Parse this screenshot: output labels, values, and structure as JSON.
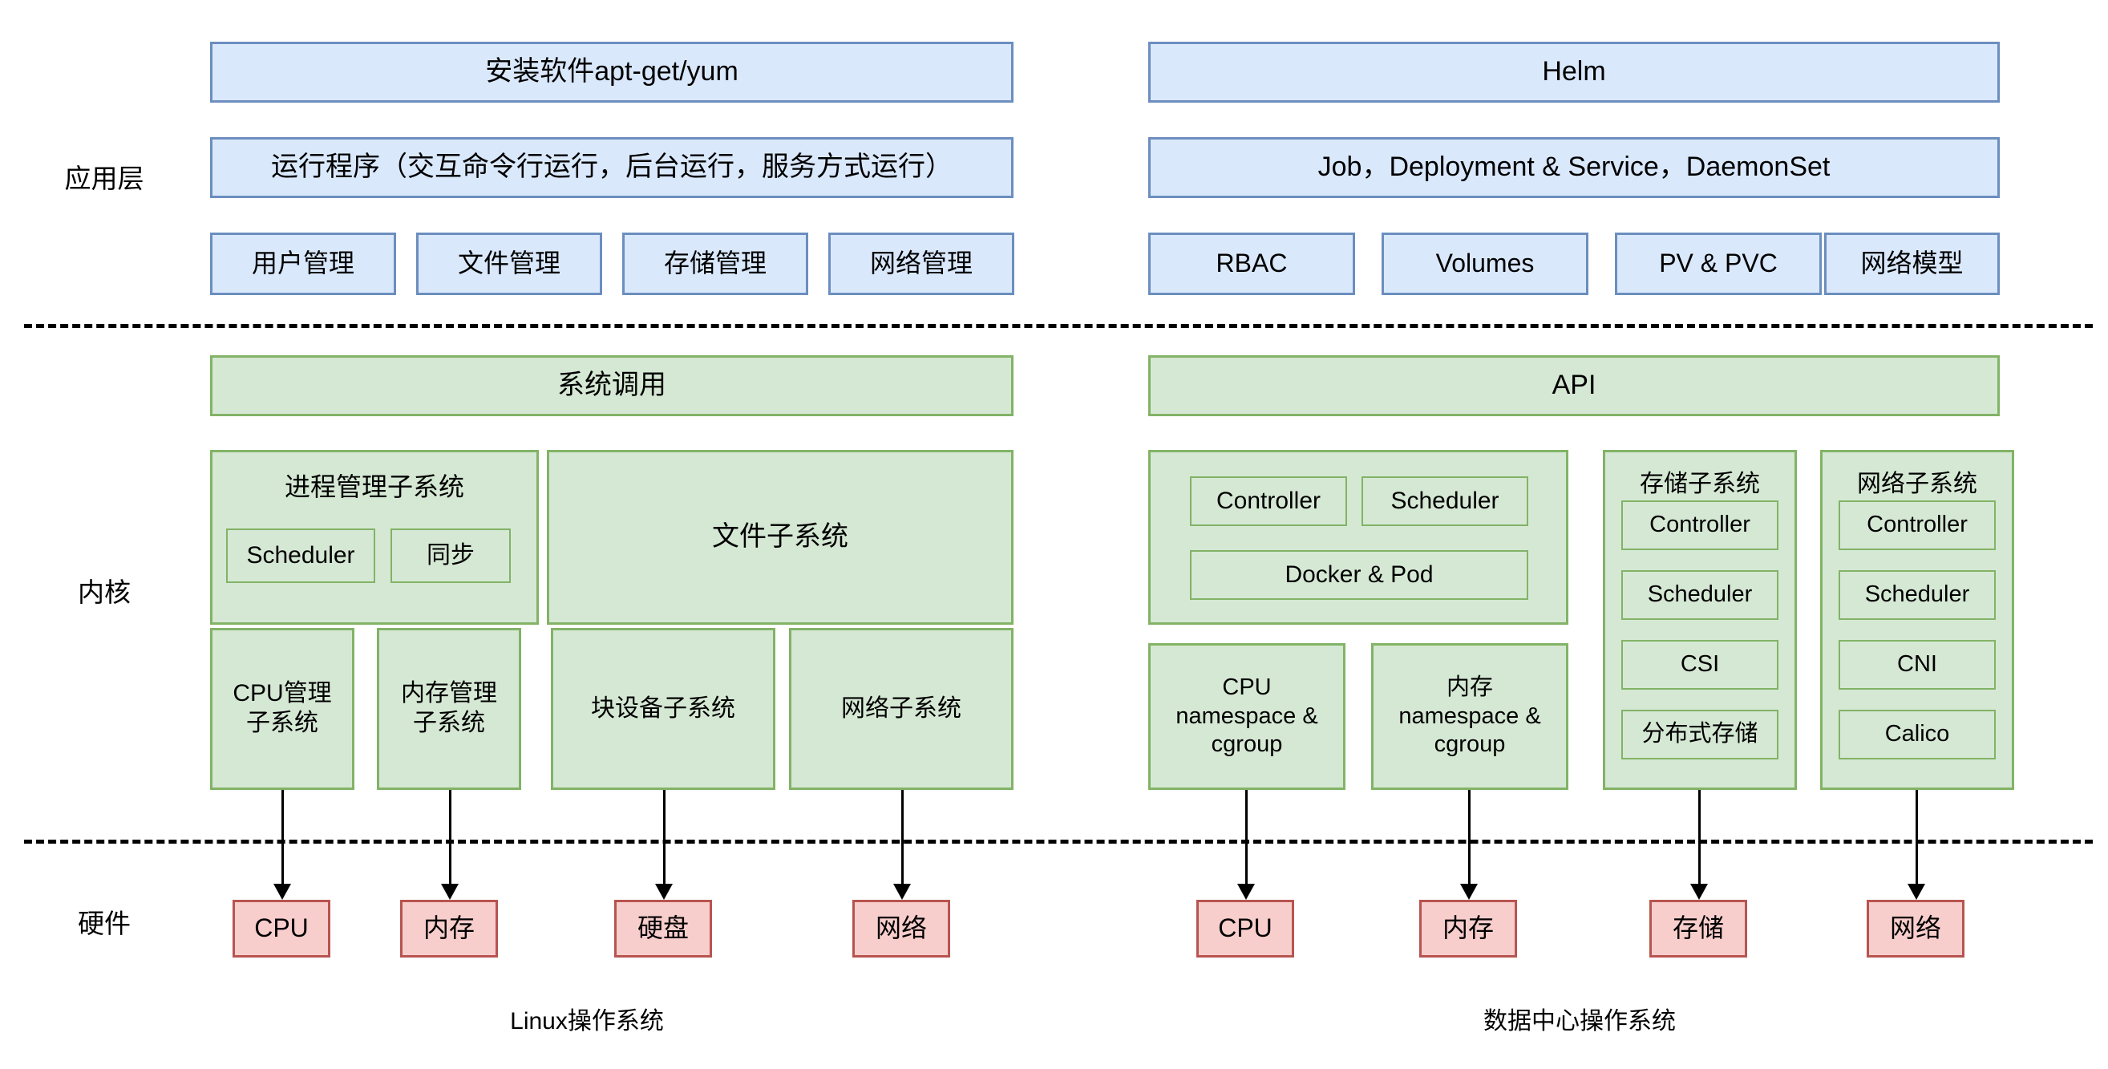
{
  "row_labels": {
    "application": "应用层",
    "kernel": "内核",
    "hardware": "硬件"
  },
  "captions": {
    "left": "Linux操作系统",
    "right": "数据中心操作系统"
  },
  "colors": {
    "blue_fill": "#dae8fc",
    "blue_stroke": "#6c8ebf",
    "green_fill": "#d5e8d4",
    "green_stroke": "#82b366",
    "pink_fill": "#f8cecc",
    "pink_stroke": "#b85450",
    "divider": "#000000"
  },
  "left": {
    "application": {
      "top_bar": "安装软件apt-get/yum",
      "second_bar": "运行程序（交互命令行运行，后台运行，服务方式运行）",
      "tiles": [
        "用户管理",
        "文件管理",
        "存储管理",
        "网络管理"
      ]
    },
    "kernel": {
      "syscall_bar": "系统调用",
      "process_group": {
        "title": "进程管理子系统",
        "children": [
          "Scheduler",
          "同步"
        ]
      },
      "file_subsystem": "文件子系统",
      "bottom_tiles": [
        "CPU管理\n子系统",
        "内存管理\n子系统",
        "块设备子系统",
        "网络子系统"
      ]
    },
    "hardware": [
      "CPU",
      "内存",
      "硬盘",
      "网络"
    ]
  },
  "right": {
    "application": {
      "top_bar": "Helm",
      "second_bar": "Job，Deployment & Service，DaemonSet",
      "tiles": [
        "RBAC",
        "Volumes",
        "PV & PVC",
        "网络模型"
      ]
    },
    "kernel": {
      "syscall_bar": "API",
      "control_group": {
        "title": "",
        "children": [
          "Controller",
          "Scheduler",
          "Docker & Pod"
        ]
      },
      "storage_group": {
        "title": "存储子系统",
        "children": [
          "Controller",
          "Scheduler",
          "CSI",
          "分布式存储"
        ]
      },
      "network_group": {
        "title": "网络子系统",
        "children": [
          "Controller",
          "Scheduler",
          "CNI",
          "Calico"
        ]
      },
      "bottom_tiles": [
        "CPU\nnamespace &\ncgroup",
        "内存\nnamespace &\ncgroup"
      ]
    },
    "hardware": [
      "CPU",
      "内存",
      "存储",
      "网络"
    ]
  }
}
